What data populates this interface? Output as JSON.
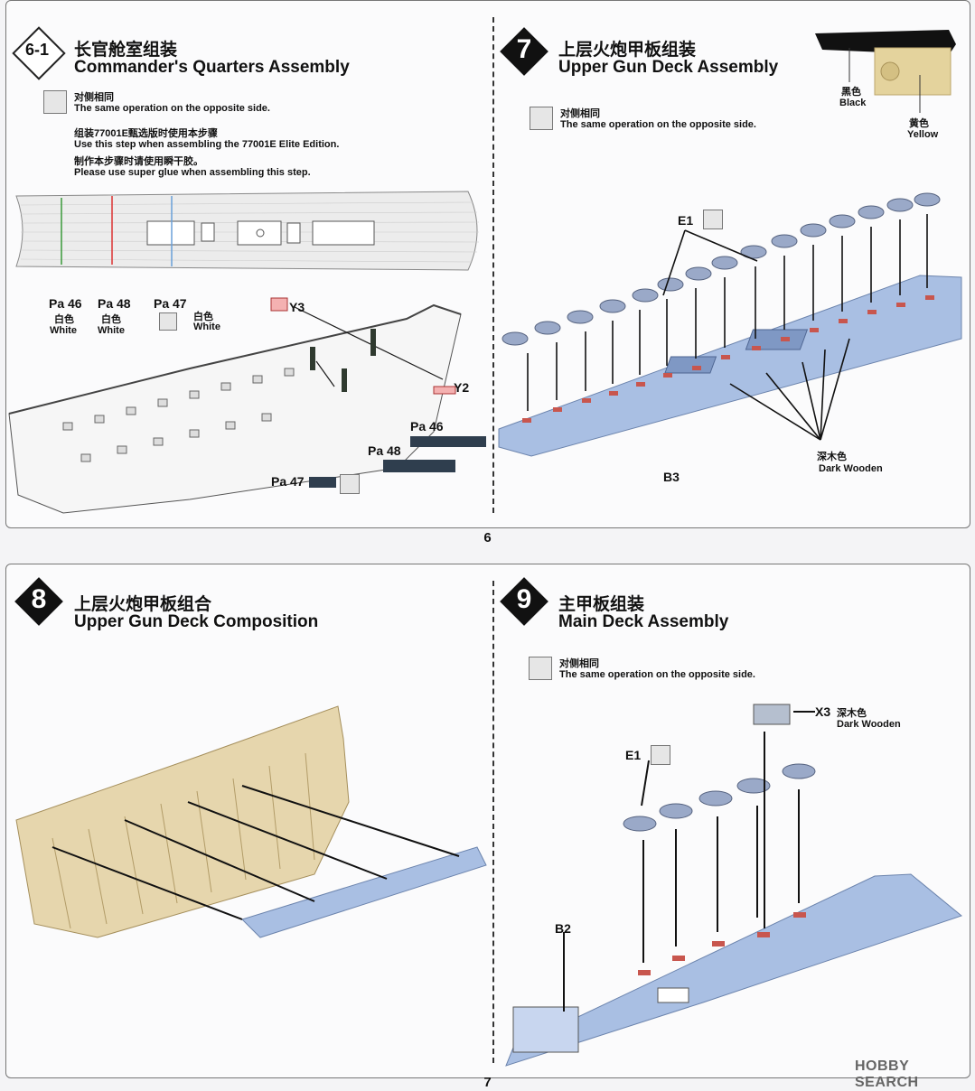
{
  "page_numbers": {
    "top": "6",
    "bottom": "7"
  },
  "step_6_1": {
    "number": "6-1",
    "title_cn": "长官舱室组装",
    "title_en": "Commander's Quarters Assembly",
    "note_cn": "对侧相同",
    "note_en": "The same operation on the opposite side.",
    "instr_cn_1": "组装77001E甄选版时使用本步骤",
    "instr_en_1": "Use this step when assembling the 77001E Elite Edition.",
    "instr_cn_2": "制作本步骤时请使用瞬干胶。",
    "instr_en_2": "Please use super glue when assembling this step.",
    "pa46": {
      "part": "Pa 46",
      "cn": "白色",
      "en": "White"
    },
    "pa48": {
      "part": "Pa 48",
      "cn": "白色",
      "en": "White"
    },
    "pa47": {
      "part": "Pa 47",
      "cn": "白色",
      "en": "White"
    },
    "y3": "Y3",
    "y2": "Y2",
    "pa46_b": "Pa 46",
    "pa48_b": "Pa 48",
    "pa47_b": "Pa 47"
  },
  "step_7": {
    "number": "7",
    "title_cn": "上层火炮甲板组装",
    "title_en": "Upper Gun Deck Assembly",
    "note_cn": "对侧相同",
    "note_en": "The same operation on the opposite side.",
    "color_black_cn": "黑色",
    "color_black_en": "Black",
    "color_yellow_cn": "黄色",
    "color_yellow_en": "Yellow",
    "e1": "E1",
    "b3": "B3",
    "wood_cn": "深木色",
    "wood_en": "Dark Wooden"
  },
  "step_8": {
    "number": "8",
    "title_cn": "上层火炮甲板组合",
    "title_en": "Upper Gun Deck Composition"
  },
  "step_9": {
    "number": "9",
    "title_cn": "主甲板组装",
    "title_en": "Main Deck Assembly",
    "note_cn": "对侧相同",
    "note_en": "The same operation on the opposite side.",
    "x3": "X3",
    "wood_cn": "深木色",
    "wood_en": "Dark Wooden",
    "e1": "E1",
    "b2": "B2"
  },
  "watermark": "HOBBY SEARCH",
  "colors": {
    "deck_blue": "#a9bfe3",
    "hull_tan": "#e6d6ad",
    "part_red": "#d9534f",
    "cannon": "#9aa9c8"
  }
}
